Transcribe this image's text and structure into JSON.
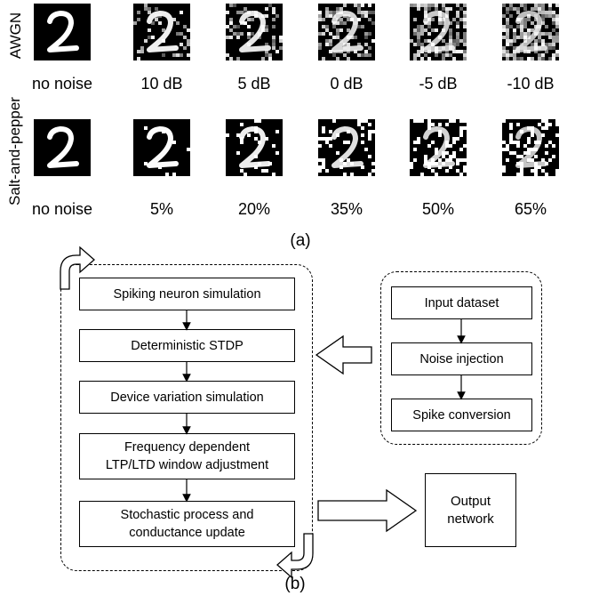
{
  "panel_a": {
    "row_labels": [
      "AWGN",
      "Salt-and-pepper"
    ],
    "awgn_captions": [
      "no noise",
      "10 dB",
      "5 dB",
      "0 dB",
      "-5 dB",
      "-10 dB"
    ],
    "sp_captions": [
      "no noise",
      "5%",
      "20%",
      "35%",
      "50%",
      "65%"
    ],
    "label": "(a)"
  },
  "panel_b": {
    "left_steps": [
      "Spiking neuron simulation",
      "Deterministic STDP",
      "Device variation simulation",
      "Frequency dependent LTP/LTD window adjustment",
      "Stochastic process and conductance update"
    ],
    "right_steps": [
      "Input dataset",
      "Noise injection",
      "Spike conversion"
    ],
    "output_box": "Output network",
    "label": "(b)"
  }
}
